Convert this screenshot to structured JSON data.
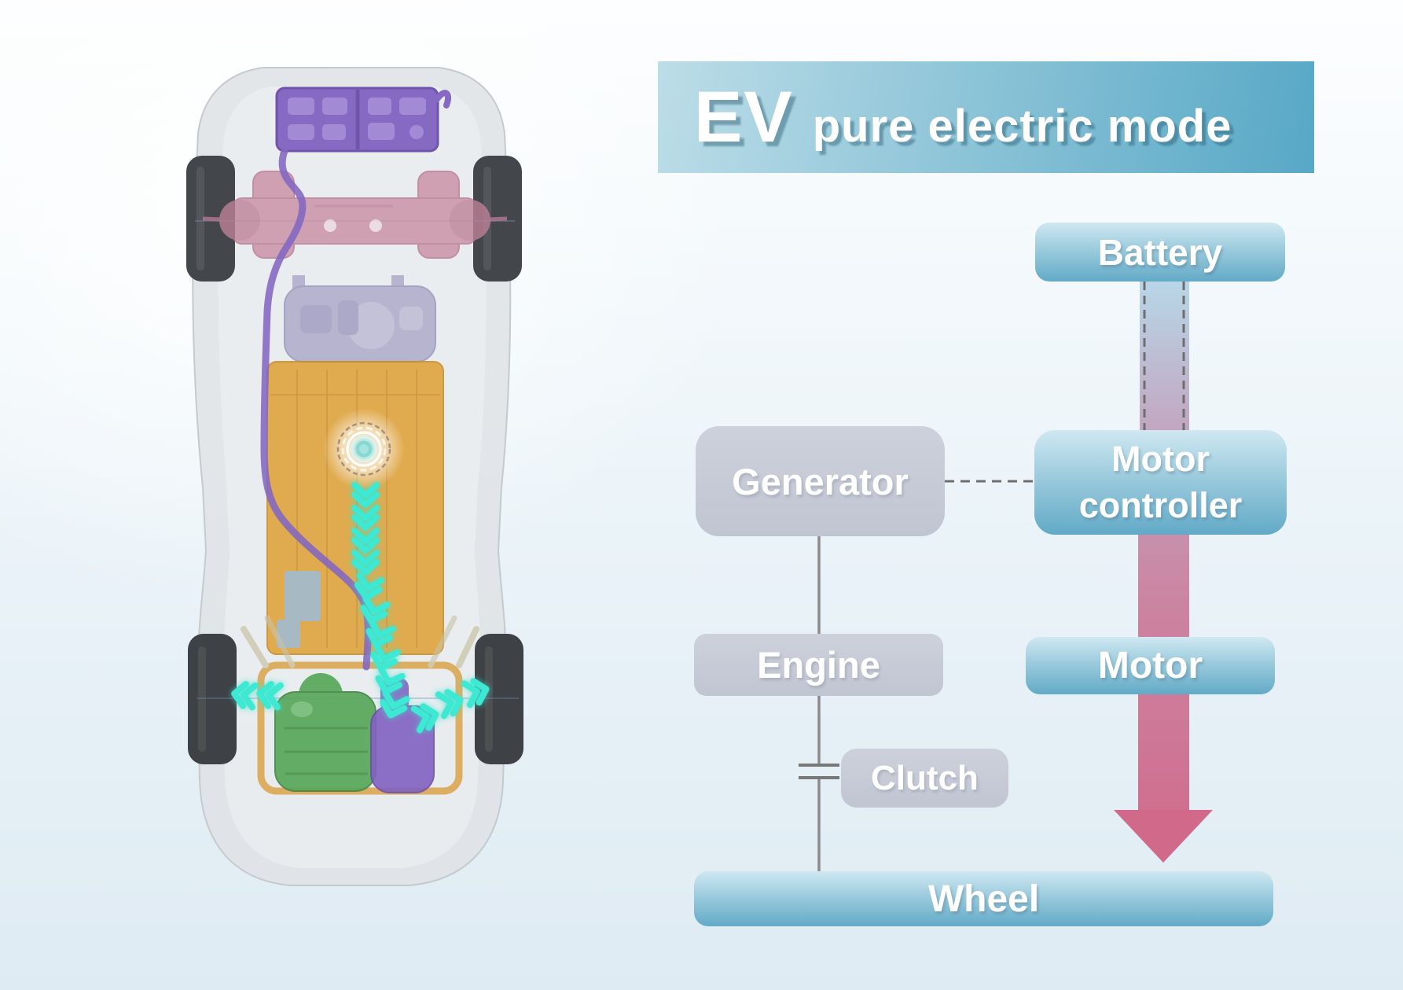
{
  "banner": {
    "title_prefix": "EV",
    "title_rest": "pure electric mode"
  },
  "flow": {
    "battery": "Battery",
    "generator": "Generator",
    "motor_controller": "Motor controller",
    "engine": "Engine",
    "motor": "Motor",
    "clutch": "Clutch",
    "wheel": "Wheel"
  },
  "colors": {
    "banner_gradient_start": "#bcdde8",
    "banner_gradient_end": "#57a8c6",
    "active_box_top": "#cfe8f2",
    "active_box_bottom": "#62aac7",
    "inactive_box": "#c6cad6",
    "power_arrow_pink": "#d06f90",
    "battery_feed_top": "#b7d7e8",
    "battery_feed_bottom": "#c3a6c0",
    "connector_gray": "#6e6e6e",
    "flow_chevron_teal": "#3ee9d2"
  }
}
